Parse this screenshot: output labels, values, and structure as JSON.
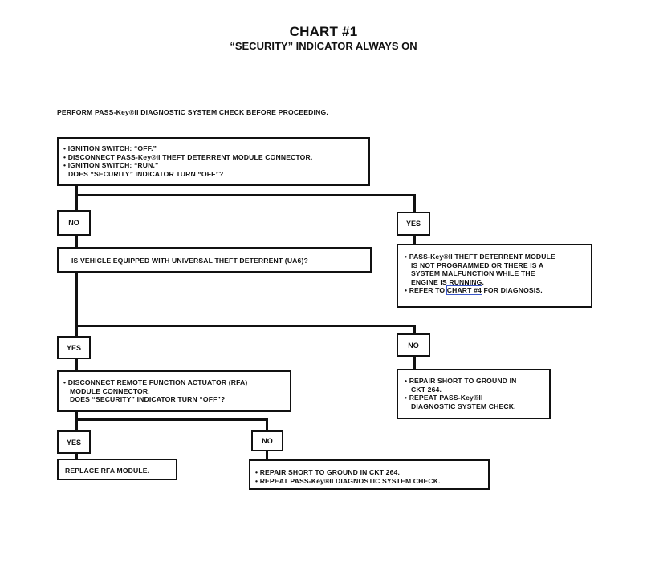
{
  "header": {
    "title": "CHART #1",
    "subtitle": "“SECURITY” INDICATOR ALWAYS ON",
    "precondition": "PERFORM PASS-Key®II DIAGNOSTIC SYSTEM CHECK BEFORE PROCEEDING."
  },
  "nodes": {
    "step1": [
      "• IGNITION SWITCH: “OFF.”",
      "• DISCONNECT PASS-Key®II THEFT DETERRENT MODULE CONNECTOR.",
      "• IGNITION SWITCH: “RUN.”",
      "DOES “SECURITY” INDICATOR TURN “OFF”?"
    ],
    "step2": [
      "IS VEHICLE EQUIPPED WITH UNIVERSAL THEFT DETERRENT (UA6)?"
    ],
    "result_not_programmed": [
      "• PASS-Key®II THEFT DETERRENT MODULE",
      "IS NOT PROGRAMMED OR THERE IS A",
      "SYSTEM MALFUNCTION WHILE THE",
      "ENGINE IS RUNNING."
    ],
    "refer_prefix": "• REFER TO ",
    "refer_link": "CHART #4",
    "refer_suffix": " FOR DIAGNOSIS.",
    "step3": [
      "• DISCONNECT REMOTE FUNCTION ACTUATOR (RFA)",
      "MODULE CONNECTOR.",
      "DOES “SECURITY” INDICATOR TURN “OFF”?"
    ],
    "repair_short_1": [
      "• REPAIR SHORT TO GROUND IN",
      "CKT 264.",
      "• REPEAT PASS-Key®II",
      "DIAGNOSTIC SYSTEM CHECK."
    ],
    "replace_rfa": [
      "REPLACE RFA MODULE."
    ],
    "repair_short_2": [
      "• REPAIR SHORT TO GROUND IN CKT 264.",
      "• REPEAT PASS-Key®II DIAGNOSTIC SYSTEM CHECK."
    ]
  },
  "labels": {
    "no_1": "NO",
    "yes_1": "YES",
    "yes_2": "YES",
    "no_2": "NO",
    "yes_3": "YES",
    "no_3": "NO"
  }
}
